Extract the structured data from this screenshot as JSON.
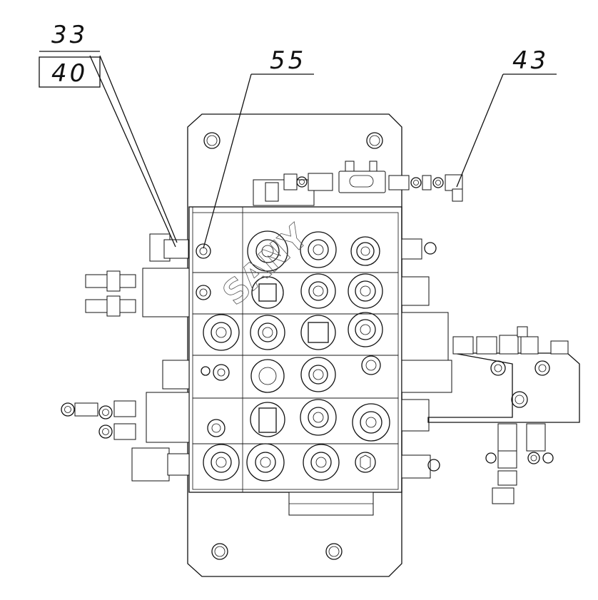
{
  "drawing": {
    "type": "hydraulic-valve-assembly-drawing",
    "callouts": [
      {
        "id": "callout-33",
        "label": "33"
      },
      {
        "id": "callout-40",
        "label": "40"
      },
      {
        "id": "callout-55",
        "label": "55"
      },
      {
        "id": "callout-43",
        "label": "43"
      }
    ],
    "watermark": "SANY"
  }
}
